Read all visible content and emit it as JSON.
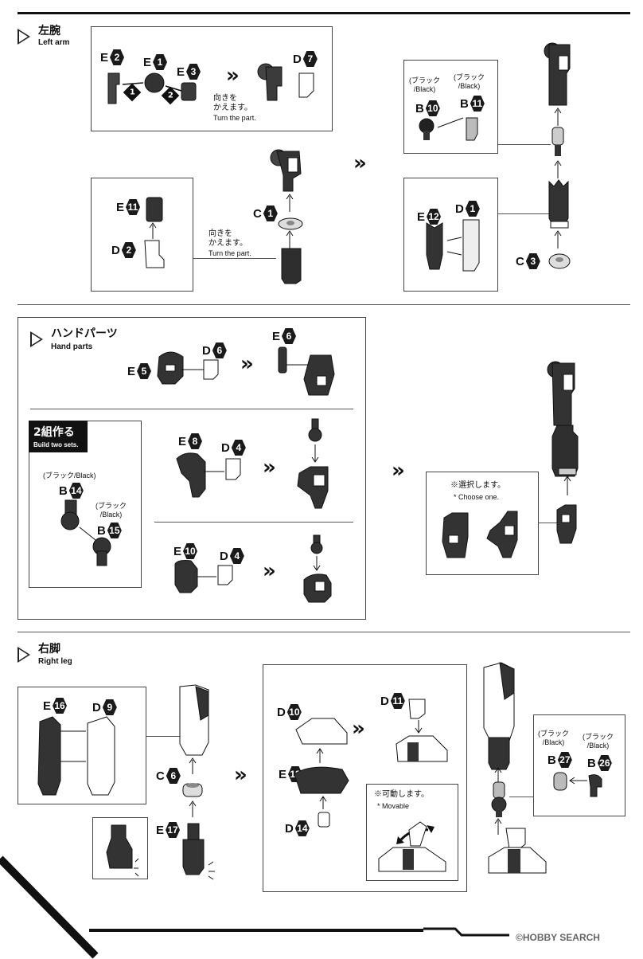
{
  "sections": {
    "left_arm": {
      "title": "左腕",
      "subtitle": "Left arm"
    },
    "hand_parts": {
      "title": "ハンドパーツ",
      "subtitle": "Hand parts"
    },
    "right_leg": {
      "title": "右脚",
      "subtitle": "Right leg"
    }
  },
  "labels": {
    "E2": {
      "letter": "E",
      "num": "2"
    },
    "E1": {
      "letter": "E",
      "num": "1"
    },
    "E3": {
      "letter": "E",
      "num": "3"
    },
    "D7": {
      "letter": "D",
      "num": "7"
    },
    "B10": {
      "letter": "B",
      "num": "10"
    },
    "B11": {
      "letter": "B",
      "num": "11"
    },
    "E11": {
      "letter": "E",
      "num": "11"
    },
    "D2": {
      "letter": "D",
      "num": "2"
    },
    "C1": {
      "letter": "C",
      "num": "1"
    },
    "E12": {
      "letter": "E",
      "num": "12"
    },
    "D1": {
      "letter": "D",
      "num": "1"
    },
    "C3": {
      "letter": "C",
      "num": "3"
    },
    "E5": {
      "letter": "E",
      "num": "5"
    },
    "D6": {
      "letter": "D",
      "num": "6"
    },
    "E6": {
      "letter": "E",
      "num": "6"
    },
    "E8": {
      "letter": "E",
      "num": "8"
    },
    "D4a": {
      "letter": "D",
      "num": "4"
    },
    "B14": {
      "letter": "B",
      "num": "14"
    },
    "B15": {
      "letter": "B",
      "num": "15"
    },
    "E10": {
      "letter": "E",
      "num": "10"
    },
    "D4b": {
      "letter": "D",
      "num": "4"
    },
    "E16": {
      "letter": "E",
      "num": "16"
    },
    "D9": {
      "letter": "D",
      "num": "9"
    },
    "C6": {
      "letter": "C",
      "num": "6"
    },
    "E17": {
      "letter": "E",
      "num": "17"
    },
    "D10": {
      "letter": "D",
      "num": "10"
    },
    "D11": {
      "letter": "D",
      "num": "11"
    },
    "E18": {
      "letter": "E",
      "num": "18"
    },
    "D14": {
      "letter": "D",
      "num": "14"
    },
    "B27": {
      "letter": "B",
      "num": "27"
    },
    "B26": {
      "letter": "B",
      "num": "26"
    }
  },
  "notes": {
    "turn_jp": "向きを\nかえます。",
    "turn_en": "Turn the part.",
    "black_paren_jp": "(ブラック",
    "black_en": "/Black)",
    "black_full": "(ブラック/Black)",
    "build_two_jp": "2組作る",
    "build_two_en": "Build two sets.",
    "choose_jp": "※選択します。",
    "choose_en": "* Choose one.",
    "movable_jp": "※可動します。",
    "movable_en": "* Movable"
  },
  "step_numbers": {
    "one": "1",
    "two": "2"
  },
  "chevron": "»",
  "footer": {
    "watermark": "©HOBBY SEARCH"
  }
}
